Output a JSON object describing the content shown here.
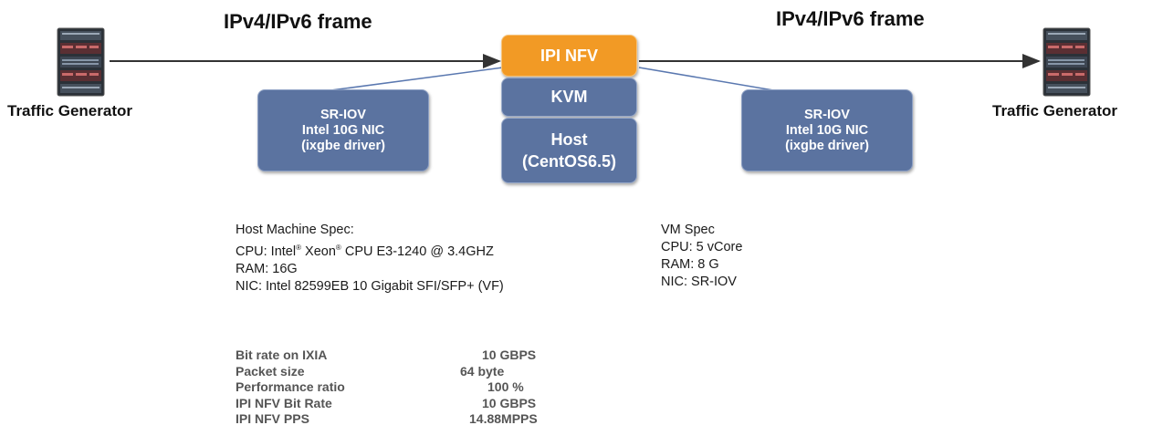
{
  "frame_labels": {
    "left": "IPv4/IPv6 frame",
    "right": "IPv4/IPv6 frame"
  },
  "generators": {
    "left": "Traffic Generator",
    "right": "Traffic Generator"
  },
  "nics": {
    "left": [
      "SR-IOV",
      "Intel 10G NIC",
      "(ixgbe driver)"
    ],
    "right": [
      "SR-IOV",
      "Intel 10G NIC",
      "(ixgbe driver)"
    ]
  },
  "stack": {
    "ipi": "IPI NFV",
    "kvm": "KVM",
    "host": [
      "Host",
      "(CentOS6.5)"
    ]
  },
  "host_spec": {
    "title": "Host Machine Spec:",
    "cpu_prefix": "CPU: Intel",
    "cpu_mid": " Xeon",
    "cpu_suffix": " CPU E3-1240 @ 3.4GHZ",
    "reg": "®",
    "ram": "RAM: 16G",
    "nic": "NIC: Intel 82599EB 10 Gigabit SFI/SFP+ (VF)"
  },
  "vm_spec": {
    "title": "VM Spec",
    "cpu": "CPU: 5 vCore",
    "ram": "RAM: 8 G",
    "nic": "NIC: SR-IOV"
  },
  "performance": [
    {
      "label": "Bit rate on IXIA",
      "value": "10 GBPS"
    },
    {
      "label": "Packet size",
      "value": "64 byte"
    },
    {
      "label": "Performance ratio",
      "value": "100 %"
    },
    {
      "label": "IPI NFV Bit Rate",
      "value": "10 GBPS"
    },
    {
      "label": "IPI NFV PPS",
      "value": "14.88MPPS"
    }
  ],
  "colors": {
    "ipi_orange": "#f29a25",
    "stack_blue": "#5b73a0",
    "connector_blue": "#5a78b0"
  }
}
